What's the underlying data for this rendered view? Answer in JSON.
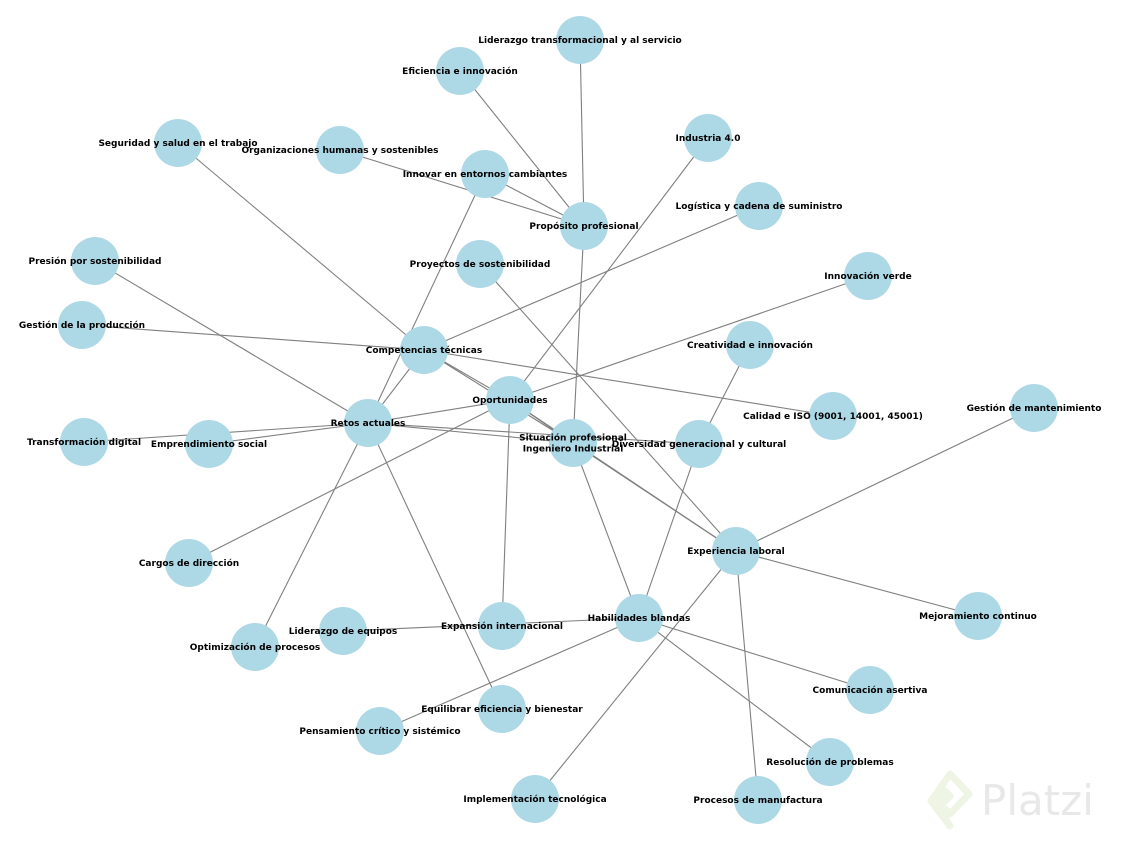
{
  "nodes": [
    {
      "id": "liderazgo_trans",
      "label": "Liderazgo transformacional y al servicio"
    },
    {
      "id": "eficiencia",
      "label": "Eficiencia e innovación"
    },
    {
      "id": "industria",
      "label": "Industria 4.0"
    },
    {
      "id": "seguridad",
      "label": "Seguridad y salud en el trabajo"
    },
    {
      "id": "organizaciones",
      "label": "Organizaciones humanas y sostenibles"
    },
    {
      "id": "innovar",
      "label": "Innovar en entornos cambiantes"
    },
    {
      "id": "logistica",
      "label": "Logística y cadena de suministro"
    },
    {
      "id": "proposito",
      "label": "Propósito profesional"
    },
    {
      "id": "presion",
      "label": "Presión por sostenibilidad"
    },
    {
      "id": "proyectos",
      "label": "Proyectos de sostenibilidad"
    },
    {
      "id": "innov_verde",
      "label": "Innovación verde"
    },
    {
      "id": "gestion_prod",
      "label": "Gestión de la producción"
    },
    {
      "id": "creatividad",
      "label": "Creatividad e innovación"
    },
    {
      "id": "competencias",
      "label": "Competencias técnicas"
    },
    {
      "id": "oportunidades",
      "label": "Oportunidades"
    },
    {
      "id": "calidad",
      "label": "Calidad e ISO (9001, 14001, 45001)"
    },
    {
      "id": "mantenimiento",
      "label": "Gestión de mantenimiento"
    },
    {
      "id": "retos",
      "label": "Retos actuales"
    },
    {
      "id": "transformacion",
      "label": "Transformación digital"
    },
    {
      "id": "emprendimiento",
      "label": "Emprendimiento social"
    },
    {
      "id": "situacion",
      "label": "Situación profesional\nIngeniero Industrial"
    },
    {
      "id": "diversidad",
      "label": "Diversidad generacional y cultural"
    },
    {
      "id": "experiencia",
      "label": "Experiencia laboral"
    },
    {
      "id": "cargos",
      "label": "Cargos de dirección"
    },
    {
      "id": "mejoramiento",
      "label": "Mejoramiento continuo"
    },
    {
      "id": "habilidades",
      "label": "Habilidades blandas"
    },
    {
      "id": "lid_equipos",
      "label": "Liderazgo de equipos"
    },
    {
      "id": "expansion",
      "label": "Expansión internacional"
    },
    {
      "id": "optimizacion",
      "label": "Optimización de procesos"
    },
    {
      "id": "comunicacion",
      "label": "Comunicación asertiva"
    },
    {
      "id": "equilibrar",
      "label": "Equilibrar eficiencia y bienestar"
    },
    {
      "id": "pensamiento",
      "label": "Pensamiento crítico y sistémico"
    },
    {
      "id": "resolucion",
      "label": "Resolución de problemas"
    },
    {
      "id": "implementacion",
      "label": "Implementación tecnológica"
    },
    {
      "id": "manufactura",
      "label": "Procesos de manufactura"
    }
  ],
  "edges": [
    [
      "liderazgo_trans",
      "proposito"
    ],
    [
      "eficiencia",
      "proposito"
    ],
    [
      "organizaciones",
      "proposito"
    ],
    [
      "innovar",
      "proposito"
    ],
    [
      "proposito",
      "situacion"
    ],
    [
      "industria",
      "oportunidades"
    ],
    [
      "seguridad",
      "competencias"
    ],
    [
      "innovar",
      "retos"
    ],
    [
      "logistica",
      "competencias"
    ],
    [
      "presion",
      "retos"
    ],
    [
      "proyectos",
      "experiencia"
    ],
    [
      "innov_verde",
      "oportunidades"
    ],
    [
      "gestion_prod",
      "competencias"
    ],
    [
      "competencias",
      "calidad"
    ],
    [
      "creatividad",
      "diversidad"
    ],
    [
      "diversidad",
      "habilidades"
    ],
    [
      "competencias",
      "oportunidades"
    ],
    [
      "competencias",
      "situacion"
    ],
    [
      "competencias",
      "retos"
    ],
    [
      "oportunidades",
      "retos"
    ],
    [
      "oportunidades",
      "cargos"
    ],
    [
      "oportunidades",
      "expansion"
    ],
    [
      "oportunidades",
      "situacion"
    ],
    [
      "oportunidades",
      "experiencia"
    ],
    [
      "retos",
      "transformacion"
    ],
    [
      "retos",
      "emprendimiento"
    ],
    [
      "retos",
      "situacion"
    ],
    [
      "retos",
      "diversidad"
    ],
    [
      "retos",
      "optimizacion"
    ],
    [
      "retos",
      "equilibrar"
    ],
    [
      "situacion",
      "experiencia"
    ],
    [
      "situacion",
      "habilidades"
    ],
    [
      "experiencia",
      "mantenimiento"
    ],
    [
      "experiencia",
      "mejoramiento"
    ],
    [
      "experiencia",
      "manufactura"
    ],
    [
      "experiencia",
      "implementacion"
    ],
    [
      "habilidades",
      "lid_equipos"
    ],
    [
      "habilidades",
      "comunicacion"
    ],
    [
      "habilidades",
      "resolucion"
    ],
    [
      "habilidades",
      "pensamiento"
    ]
  ],
  "style": {
    "node_color": "#add8e6",
    "edge_color": "#7f7f7f"
  },
  "watermark": {
    "text": "Platzi"
  }
}
